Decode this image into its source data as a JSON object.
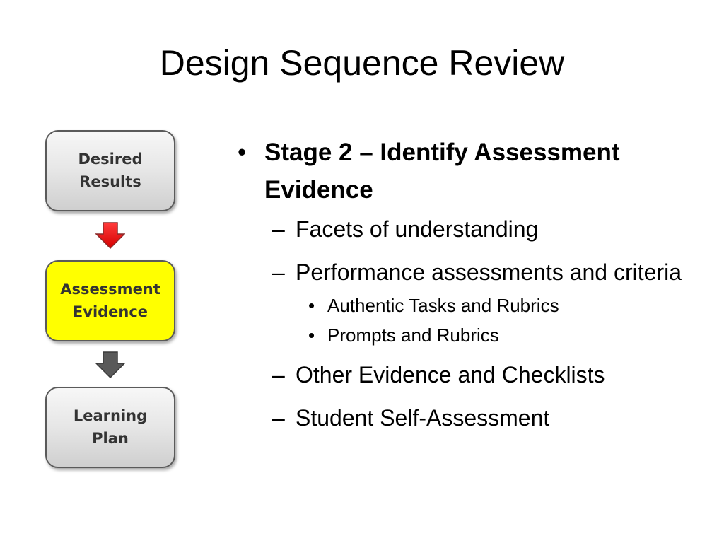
{
  "slide": {
    "title": "Design Sequence Review"
  },
  "flow": {
    "boxes": [
      {
        "line1": "Desired",
        "line2": "Results",
        "color": "#d9d9d9"
      },
      {
        "line1": "Assessment",
        "line2": "Evidence",
        "color": "#ffff00"
      },
      {
        "line1": "Learning",
        "line2": "Plan",
        "color": "#d9d9d9"
      }
    ],
    "arrows": [
      {
        "icon": "down-arrow-icon",
        "color": "#ff0000"
      },
      {
        "icon": "down-arrow-icon",
        "color": "#595959"
      }
    ]
  },
  "content": {
    "bullet_glyph": "•",
    "dash_glyph": "–",
    "heading": "Stage 2 – Identify Assessment Evidence",
    "items": [
      {
        "text": "Facets of understanding"
      },
      {
        "text": "Performance assessments and criteria",
        "subitems": [
          "Authentic Tasks and Rubrics",
          "Prompts and Rubrics"
        ]
      },
      {
        "text": "Other Evidence and Checklists"
      },
      {
        "text": "Student Self-Assessment"
      }
    ]
  }
}
